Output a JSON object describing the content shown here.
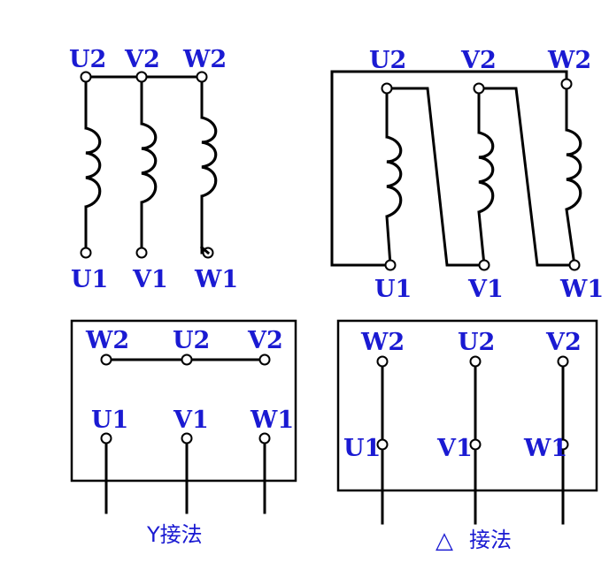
{
  "labels": {
    "U1": "U1",
    "V1": "V1",
    "W1": "W1",
    "U2": "U2",
    "V2": "V2",
    "W2": "W2"
  },
  "captions": {
    "star_method": "Y接法",
    "delta_symbol": "△",
    "delta_method": "接法"
  },
  "colors": {
    "label": "#1a1ad2",
    "line": "#000000",
    "background": "#ffffff"
  }
}
